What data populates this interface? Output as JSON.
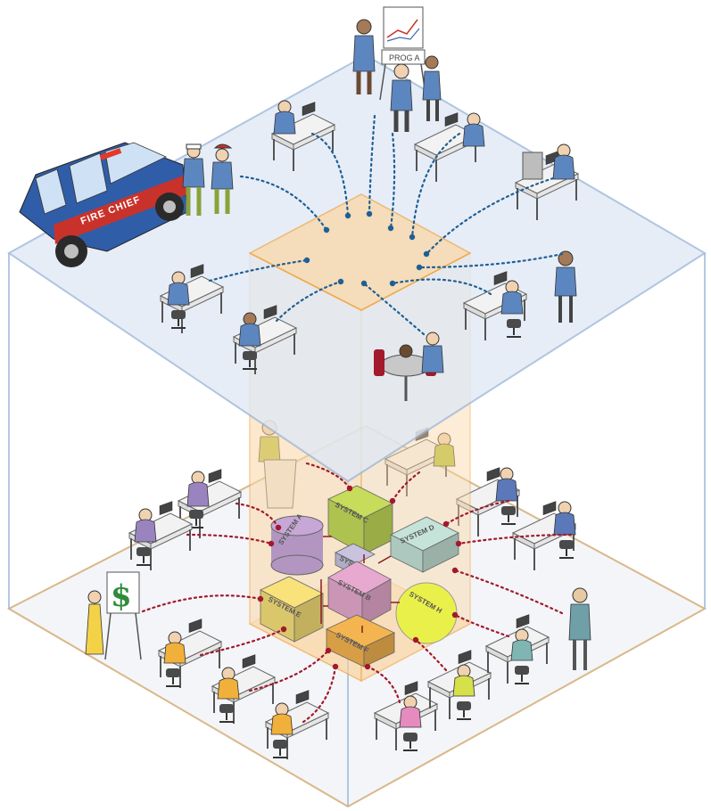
{
  "colors": {
    "upper_floor": "#dfe9f5",
    "lower_floor": "#f3f5f8",
    "floor_edge_upper": "#9bb6d8",
    "floor_edge_lower": "#d9b889",
    "column_fill": "#fbd7a6",
    "column_edge": "#f0a84a",
    "blue_connector": "#1f5f94",
    "red_connector": "#a2182c",
    "staff_upper": "#5c86bf",
    "staff_lower_olive": "#b8c23a",
    "staff_lower_purple": "#9a84c0",
    "staff_lower_orange": "#f0b03a",
    "staff_lower_teal": "#6fa0a8",
    "truck_body": "#2f5da8",
    "truck_stripe": "#c9322a"
  },
  "truck": {
    "label": "FIRE CHIEF"
  },
  "board": {
    "label": "PROG A",
    "symbol": "$"
  },
  "systems": [
    {
      "id": "c",
      "label": "SYSTEM C",
      "color": "#c6dc5a"
    },
    {
      "id": "d",
      "label": "SYSTEM D",
      "color": "#c5e3d8"
    },
    {
      "id": "a",
      "label": "SYSTEM A",
      "color": "#c6a7d6"
    },
    {
      "id": "b",
      "label": "SYSTEM B",
      "color": "#e7a9cf"
    },
    {
      "id": "g",
      "label": "SYS...",
      "color": "#c9c3e0"
    },
    {
      "id": "e",
      "label": "SYSTEM E",
      "color": "#f9e27a"
    },
    {
      "id": "f",
      "label": "SYSTEM F",
      "color": "#f4b450"
    },
    {
      "id": "h",
      "label": "SYSTEM H",
      "color": "#eaf04a"
    }
  ]
}
